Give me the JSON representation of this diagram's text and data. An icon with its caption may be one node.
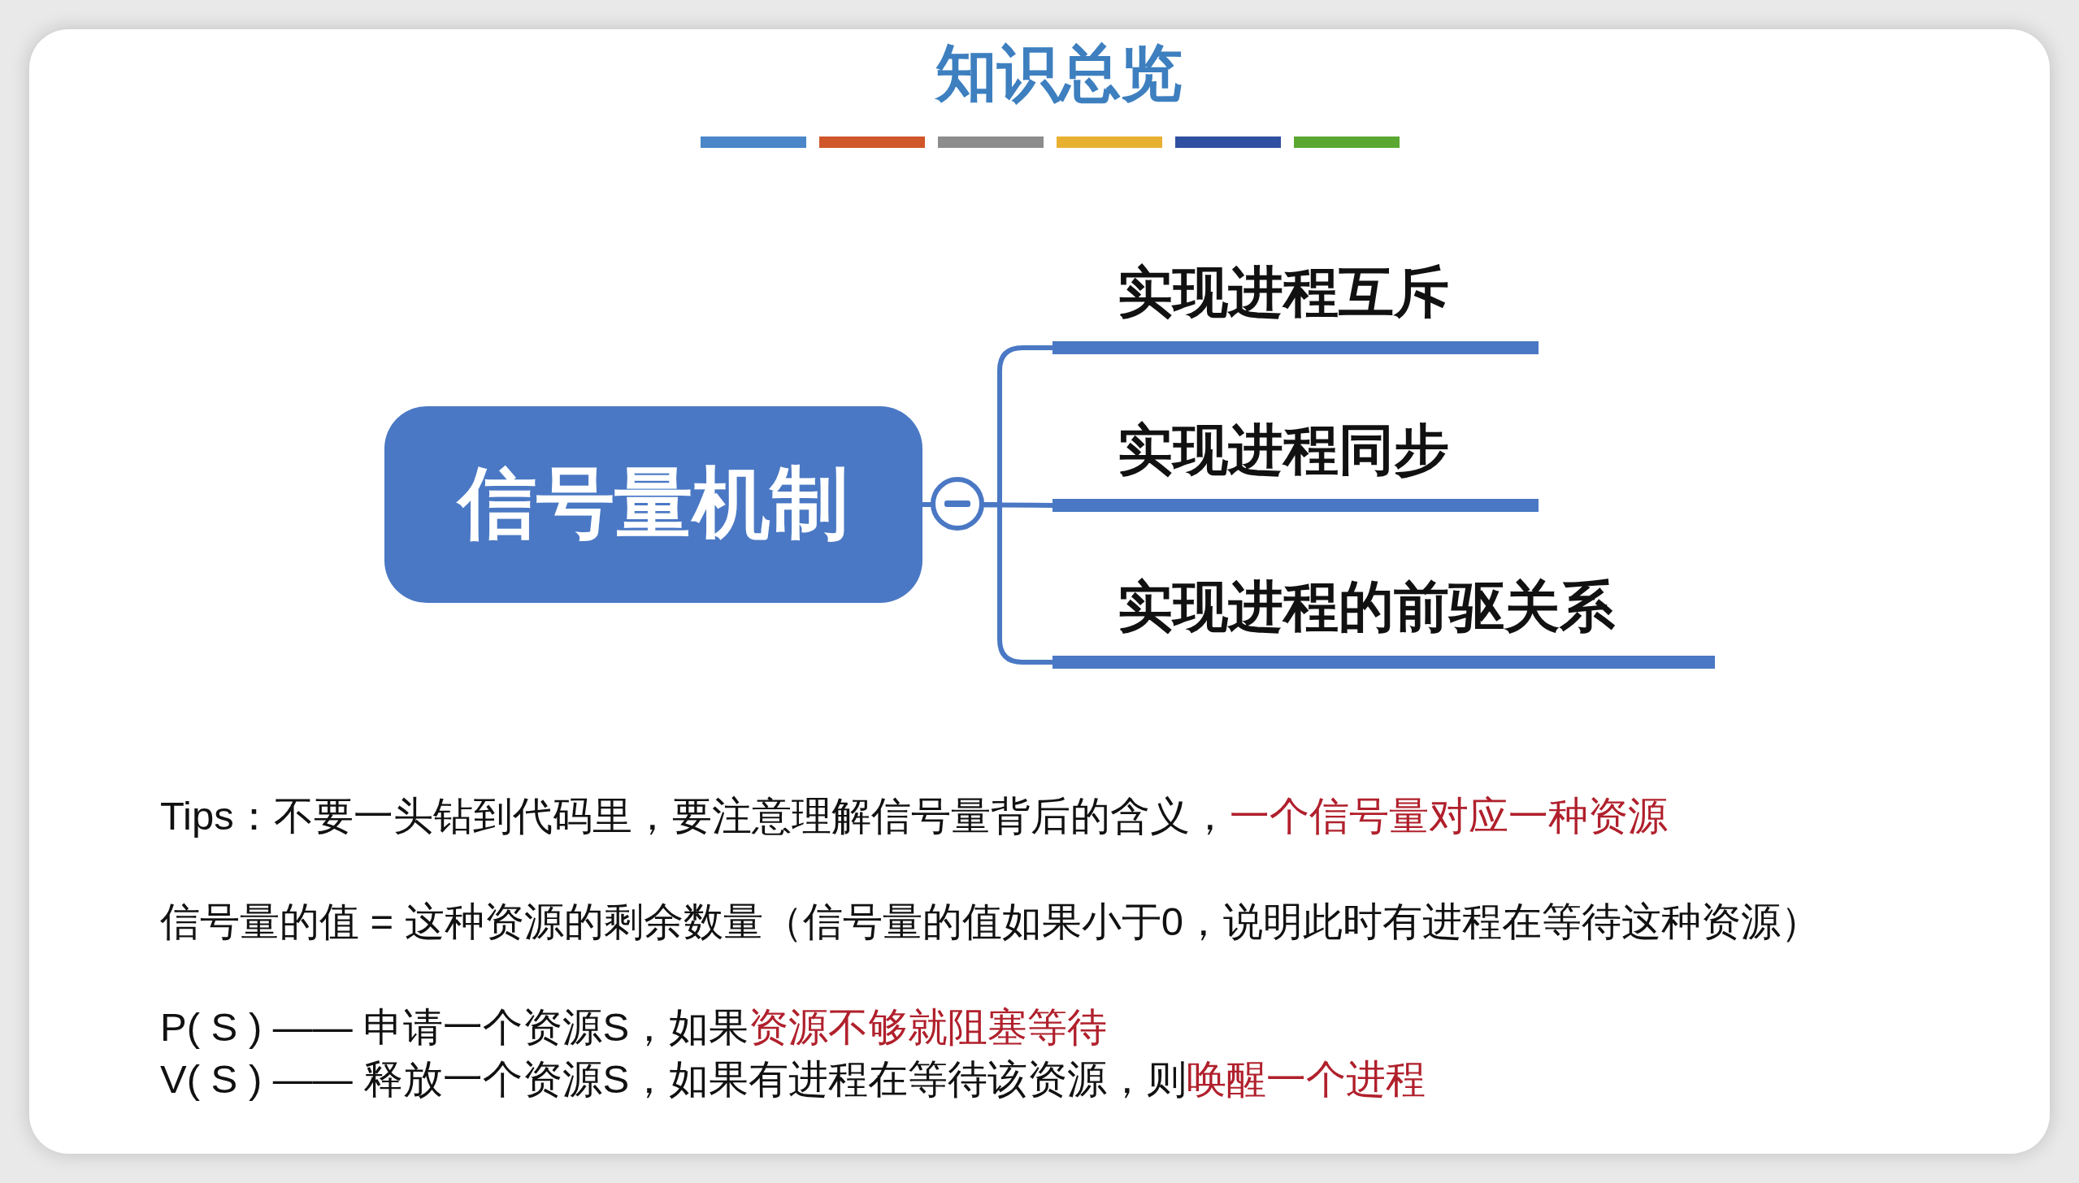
{
  "diagram": {
    "title": "知识总览",
    "nodes": [
      {
        "text": [
          "信号量机制"
        ]
      },
      {
        "text": [
          "实现进程互斥"
        ]
      },
      {
        "text": [
          "实现进程同步"
        ]
      },
      {
        "text": [
          "实现进程的前驱关系"
        ]
      }
    ],
    "edges": [
      {
        "from": 0,
        "to": 1,
        "arrow": "none"
      },
      {
        "from": 0,
        "to": 2,
        "arrow": "none"
      },
      {
        "from": 0,
        "to": 3,
        "arrow": "none"
      }
    ],
    "labels": [
      "Tips：不要一头钻到代码里，要注意理解信号量背后的含义，",
      "一个信号量对应一种资源",
      "信号量的值 = 这种资源的剩余数量（信号量的值如果小于0，说明此时有进程在等待这种资源）",
      "P( S ) —— 申请一个资源S，如果",
      "资源不够就阻塞等待",
      "V( S ) —— 释放一个资源S，如果有进程在等待该资源，则",
      "唤醒一个进程"
    ]
  }
}
